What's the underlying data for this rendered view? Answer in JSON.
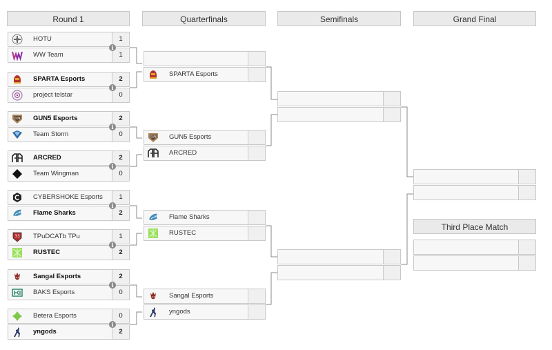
{
  "rounds": [
    {
      "label": "Round 1"
    },
    {
      "label": "Quarterfinals"
    },
    {
      "label": "Semifinals"
    },
    {
      "label": "Grand Final"
    }
  ],
  "third_place": {
    "label": "Third Place Match"
  },
  "colors": {
    "header_bg": "#eaeaea",
    "border": "#c9c9c9",
    "connector": "#888888"
  },
  "round1": [
    {
      "top": {
        "name": "HOTU",
        "score": "1",
        "logo": "hotu-logo-icon"
      },
      "bottom": {
        "name": "WW Team",
        "score": "1",
        "logo": "ww-team-logo-icon"
      }
    },
    {
      "top": {
        "name": "SPARTA Esports",
        "score": "2",
        "logo": "sparta-logo-icon"
      },
      "bottom": {
        "name": "project telstar",
        "score": "0",
        "logo": "telstar-logo-icon"
      }
    },
    {
      "top": {
        "name": "GUN5 Esports",
        "score": "2",
        "logo": "gun5-logo-icon"
      },
      "bottom": {
        "name": "Team Storm",
        "score": "0",
        "logo": "storm-logo-icon"
      }
    },
    {
      "top": {
        "name": "ARCRED",
        "score": "2",
        "logo": "arcred-logo-icon"
      },
      "bottom": {
        "name": "Team Wingman",
        "score": "0",
        "logo": "wingman-logo-icon"
      }
    },
    {
      "top": {
        "name": "CYBERSHOKE Esports",
        "score": "1",
        "logo": "cybershoke-logo-icon"
      },
      "bottom": {
        "name": "Flame Sharks",
        "score": "2",
        "logo": "flame-sharks-logo-icon"
      }
    },
    {
      "top": {
        "name": "TPuDCATb TPu",
        "score": "1",
        "logo": "tpudcatb-logo-icon"
      },
      "bottom": {
        "name": "RUSTEC",
        "score": "2",
        "logo": "rustec-logo-icon"
      }
    },
    {
      "top": {
        "name": "Sangal Esports",
        "score": "2",
        "logo": "sangal-logo-icon"
      },
      "bottom": {
        "name": "BAKS Esports",
        "score": "0",
        "logo": "baks-logo-icon"
      }
    },
    {
      "top": {
        "name": "Betera Esports",
        "score": "0",
        "logo": "betera-logo-icon"
      },
      "bottom": {
        "name": "yngods",
        "score": "2",
        "logo": "yngods-logo-icon"
      }
    }
  ],
  "quarterfinals": [
    {
      "top": {
        "name": "",
        "score": "",
        "logo": ""
      },
      "bottom": {
        "name": "SPARTA Esports",
        "score": "",
        "logo": "sparta-logo-icon"
      }
    },
    {
      "top": {
        "name": "GUN5 Esports",
        "score": "",
        "logo": "gun5-logo-icon"
      },
      "bottom": {
        "name": "ARCRED",
        "score": "",
        "logo": "arcred-logo-icon"
      }
    },
    {
      "top": {
        "name": "Flame Sharks",
        "score": "",
        "logo": "flame-sharks-logo-icon"
      },
      "bottom": {
        "name": "RUSTEC",
        "score": "",
        "logo": "rustec-logo-icon"
      }
    },
    {
      "top": {
        "name": "Sangal Esports",
        "score": "",
        "logo": "sangal-logo-icon"
      },
      "bottom": {
        "name": "yngods",
        "score": "",
        "logo": "yngods-logo-icon"
      }
    }
  ]
}
